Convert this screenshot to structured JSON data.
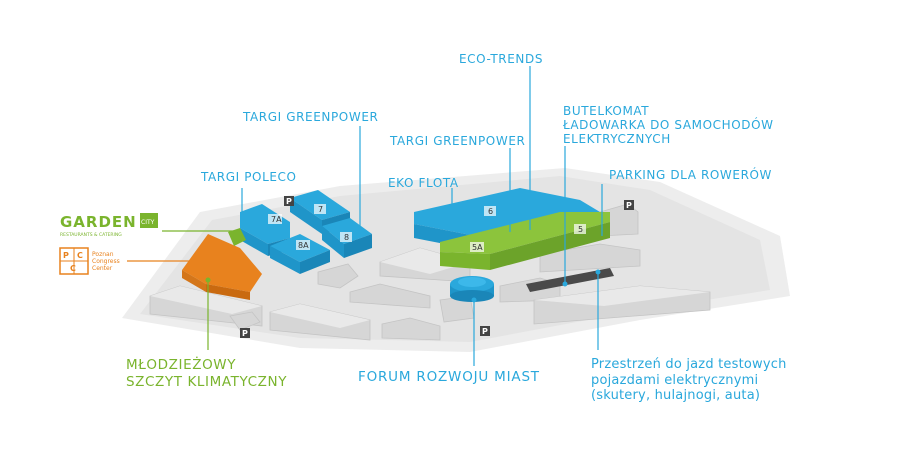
{
  "labels": {
    "eco_trends": "ECO-TRENDS",
    "targi_greenpower_top": "TARGI GREENPOWER",
    "targi_greenpower_mid": "TARGI GREENPOWER",
    "butelkomat_lines": [
      "BUTELKOMAT",
      "ŁADOWARKA DO SAMOCHODÓW",
      "ELEKTRYCZNYCH"
    ],
    "targi_poleco": "TARGI POLECO",
    "parking_rowerow": "PARKING DLA ROWERÓW",
    "eko_flota": "EKO FLOTA",
    "mlodziezowy_lines": [
      "MŁODZIEŻOWY",
      "SZCZYT KLIMATYCZNY"
    ],
    "forum": "FORUM ROZWOJU MIAST",
    "przestrzen_lines": [
      "Przestrzeń do jazd testowych",
      "pojazdami elektrycznymi",
      "(skutery, hulajnogi, auta)"
    ]
  },
  "halls": {
    "h7a": "7A",
    "h7": "7",
    "h8a": "8A",
    "h8": "8",
    "h6": "6",
    "h5a": "5A",
    "h5": "5"
  },
  "logos": {
    "garden": "GARDEN",
    "garden_city": "CITY",
    "garden_sub": "RESTAURANTS & CATERING",
    "pcc_letters": [
      "P",
      "C",
      "C"
    ],
    "pcc_lines": [
      "Poznan",
      "Congress",
      "Center"
    ]
  },
  "parking_sign": "P",
  "colors": {
    "blue": "#2aa8dc",
    "green": "#7ab42d",
    "orange": "#e8821e",
    "building": "#d9d9d9",
    "ground": "#ebebeb"
  }
}
